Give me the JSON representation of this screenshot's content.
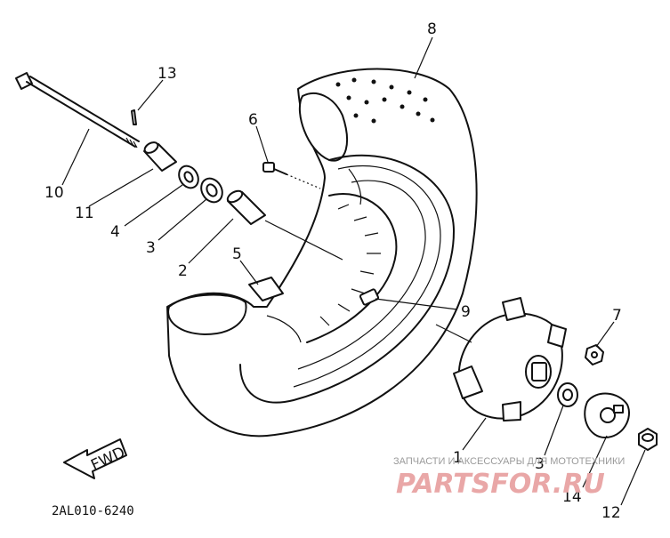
{
  "diagram": {
    "part_code": "2AL010-6240",
    "direction_label": "FWD",
    "callouts": [
      {
        "id": "1",
        "text": "1"
      },
      {
        "id": "2",
        "text": "2"
      },
      {
        "id": "3a",
        "text": "3"
      },
      {
        "id": "3b",
        "text": "3"
      },
      {
        "id": "4",
        "text": "4"
      },
      {
        "id": "5",
        "text": "5"
      },
      {
        "id": "6",
        "text": "6"
      },
      {
        "id": "7",
        "text": "7"
      },
      {
        "id": "8",
        "text": "8"
      },
      {
        "id": "9",
        "text": "9"
      },
      {
        "id": "10",
        "text": "10"
      },
      {
        "id": "11",
        "text": "11"
      },
      {
        "id": "12",
        "text": "12"
      },
      {
        "id": "13",
        "text": "13"
      },
      {
        "id": "14",
        "text": "14"
      }
    ]
  },
  "watermark": {
    "tagline": "ЗАПЧАСТИ И АКСЕССУАРЫ ДЛЯ МОТОТЕХНИКИ",
    "logo": "PARTSFOR.RU",
    "color": "#e9a7a7"
  }
}
